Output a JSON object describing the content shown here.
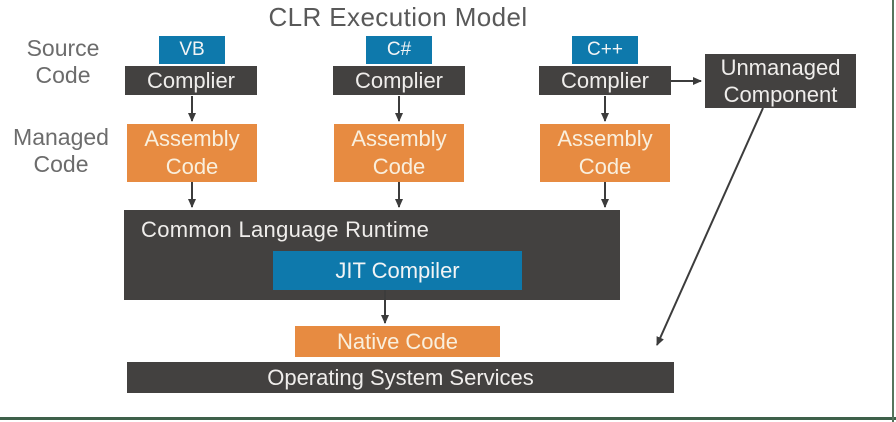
{
  "title": "CLR Execution Model",
  "side_labels": {
    "source": "Source\nCode",
    "managed": "Managed\nCode"
  },
  "columns": [
    {
      "language": "VB",
      "compiler": "Complier",
      "assembly": "Assembly\nCode"
    },
    {
      "language": "C#",
      "compiler": "Complier",
      "assembly": "Assembly\nCode"
    },
    {
      "language": "C++",
      "compiler": "Complier",
      "assembly": "Assembly\nCode"
    }
  ],
  "unmanaged": "Unmanaged\nComponent",
  "clr": {
    "label": "Common Language Runtime",
    "jit": "JIT Compiler"
  },
  "native": "Native Code",
  "os": "Operating System Services",
  "colors": {
    "box_blue": "#0e79ac",
    "box_dark_gray": "#434140",
    "box_orange": "#e78b41",
    "arrow_gray": "#3c3c3c",
    "frame_green": "#3e604a",
    "label_gray": "#6c6c6c",
    "title_gray": "#595959"
  }
}
